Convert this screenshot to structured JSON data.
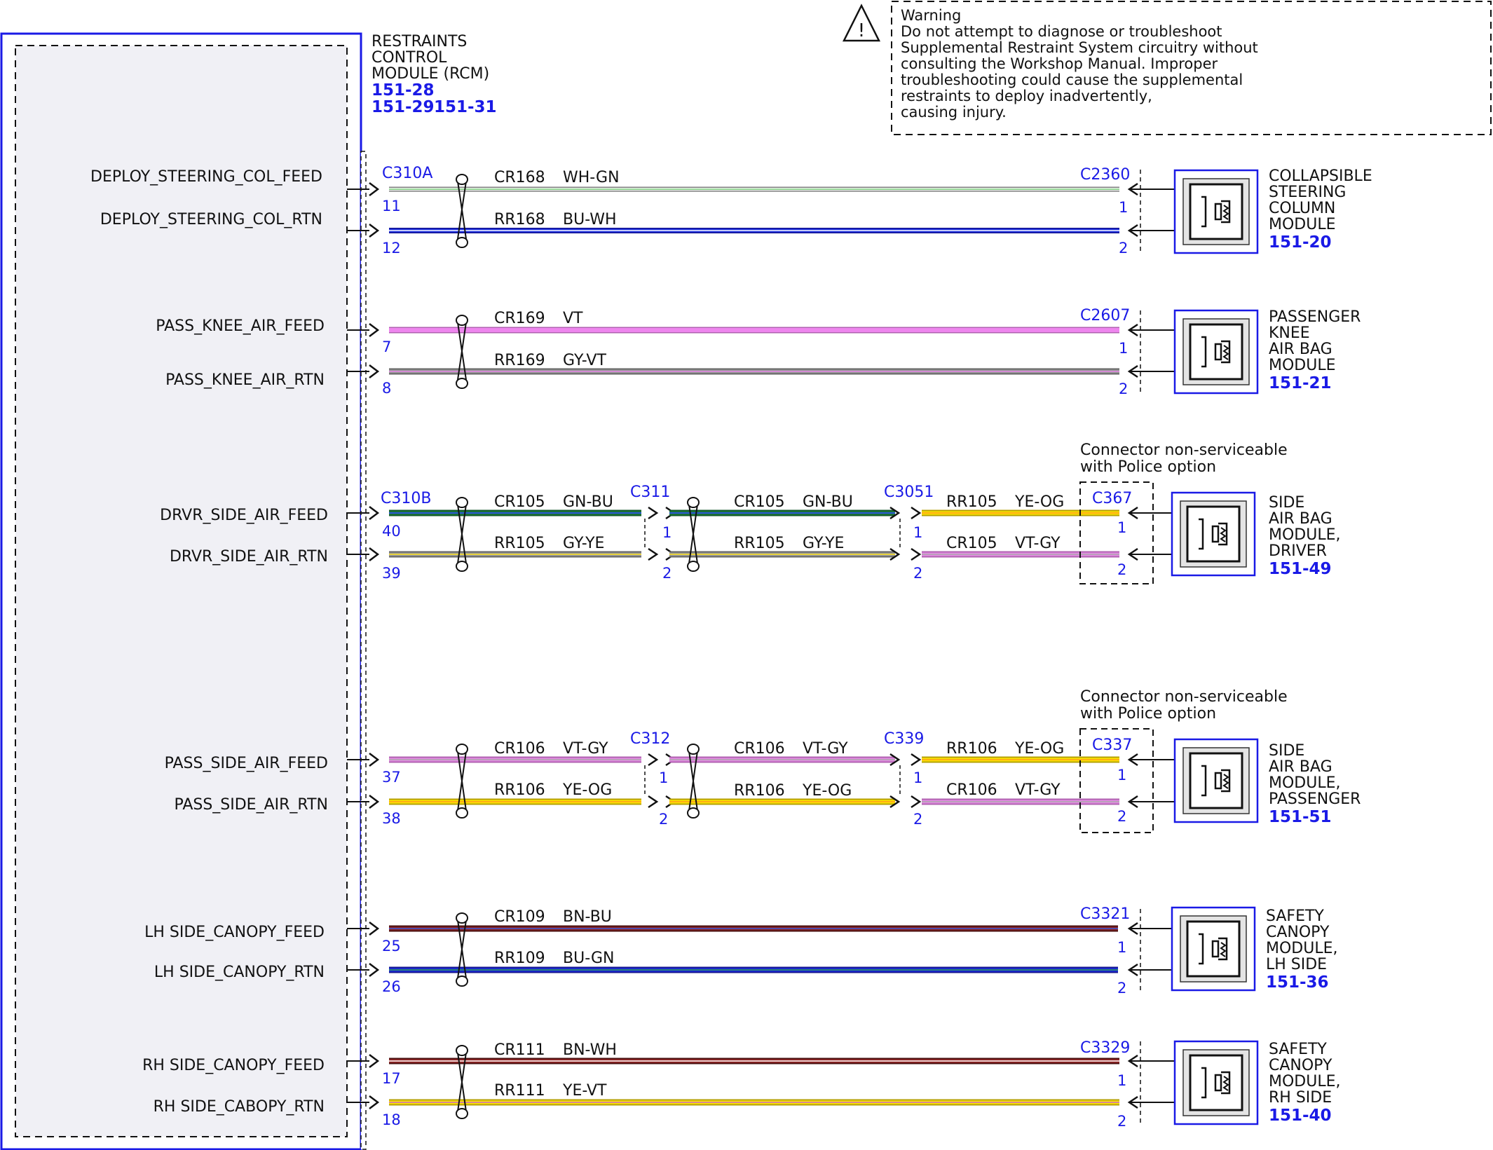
{
  "rcm": {
    "title_lines": [
      "RESTRAINTS",
      "CONTROL",
      "MODULE (RCM)"
    ],
    "refs": [
      "151-28",
      "151-29",
      "151-31"
    ]
  },
  "warning": {
    "icon_glyph": "!",
    "lines": [
      "Warning",
      "Do not attempt to diagnose or troubleshoot",
      "Supplemental Restraint System circuitry without",
      "consulting the Workshop Manual. Improper",
      "troubleshooting could cause the supplemental",
      "restraints to deploy inadvertently,",
      "causing injury."
    ]
  },
  "colors": {
    "reference_blue": "#1a1ae6",
    "module_border": "#1a1ae6"
  },
  "circuits": [
    {
      "signals": [
        "DEPLOY_STEERING_COL_FEED",
        "DEPLOY_STEERING_COL_RTN"
      ],
      "rcm_connector": "C310A",
      "rcm_pins": [
        "11",
        "12"
      ],
      "wires": [
        {
          "circuit": "CR168",
          "color": "WH-GN"
        },
        {
          "circuit": "RR168",
          "color": "BU-WH"
        }
      ],
      "device_connector": "C2360",
      "device_pins": [
        "1",
        "2"
      ],
      "module_lines": [
        "COLLAPSIBLE",
        "STEERING",
        "COLUMN",
        "MODULE"
      ],
      "module_ref": "151-20"
    },
    {
      "signals": [
        "PASS_KNEE_AIR_FEED",
        "PASS_KNEE_AIR_RTN"
      ],
      "rcm_pins": [
        "7",
        "8"
      ],
      "wires": [
        {
          "circuit": "CR169",
          "color": "VT"
        },
        {
          "circuit": "RR169",
          "color": "GY-VT"
        }
      ],
      "device_connector": "C2607",
      "device_pins": [
        "1",
        "2"
      ],
      "module_lines": [
        "PASSENGER",
        "KNEE",
        "AIR BAG",
        "MODULE"
      ],
      "module_ref": "151-21"
    },
    {
      "signals": [
        "DRVR_SIDE_AIR_FEED",
        "DRVR_SIDE_AIR_RTN"
      ],
      "rcm_connector": "C310B",
      "rcm_pins": [
        "40",
        "39"
      ],
      "segments": [
        {
          "wires": [
            {
              "circuit": "CR105",
              "color": "GN-BU"
            },
            {
              "circuit": "RR105",
              "color": "GY-YE"
            }
          ]
        },
        {
          "wires": [
            {
              "circuit": "CR105",
              "color": "GN-BU"
            },
            {
              "circuit": "RR105",
              "color": "GY-YE"
            }
          ]
        },
        {
          "wires": [
            {
              "circuit": "RR105",
              "color": "YE-OG"
            },
            {
              "circuit": "CR105",
              "color": "VT-GY"
            }
          ]
        }
      ],
      "inline_connectors": [
        "C311",
        "C3051"
      ],
      "inline_pins": [
        "1",
        "2",
        "1",
        "2"
      ],
      "note_lines": [
        "Connector non-serviceable",
        "with Police option"
      ],
      "device_connector": "C367",
      "device_pins": [
        "1",
        "2"
      ],
      "module_lines": [
        "SIDE",
        "AIR BAG",
        "MODULE,",
        "DRIVER"
      ],
      "module_ref": "151-49"
    },
    {
      "signals": [
        "PASS_SIDE_AIR_FEED",
        "PASS_SIDE_AIR_RTN"
      ],
      "rcm_pins": [
        "37",
        "38"
      ],
      "segments": [
        {
          "wires": [
            {
              "circuit": "CR106",
              "color": "VT-GY"
            },
            {
              "circuit": "RR106",
              "color": "YE-OG"
            }
          ]
        },
        {
          "wires": [
            {
              "circuit": "CR106",
              "color": "VT-GY"
            },
            {
              "circuit": "RR106",
              "color": "YE-OG"
            }
          ]
        },
        {
          "wires": [
            {
              "circuit": "RR106",
              "color": "YE-OG"
            },
            {
              "circuit": "CR106",
              "color": "VT-GY"
            }
          ]
        }
      ],
      "inline_connectors": [
        "C312",
        "C339"
      ],
      "inline_pins": [
        "1",
        "2",
        "1",
        "2"
      ],
      "note_lines": [
        "Connector non-serviceable",
        "with Police option"
      ],
      "device_connector": "C337",
      "device_pins": [
        "1",
        "2"
      ],
      "module_lines": [
        "SIDE",
        "AIR BAG",
        "MODULE,",
        "PASSENGER"
      ],
      "module_ref": "151-51"
    },
    {
      "signals": [
        "LH SIDE_CANOPY_FEED",
        "LH SIDE_CANOPY_RTN"
      ],
      "rcm_pins": [
        "25",
        "26"
      ],
      "wires": [
        {
          "circuit": "CR109",
          "color": "BN-BU"
        },
        {
          "circuit": "RR109",
          "color": "BU-GN"
        }
      ],
      "device_connector": "C3321",
      "device_pins": [
        "1",
        "2"
      ],
      "module_lines": [
        "SAFETY",
        "CANOPY",
        "MODULE,",
        "LH SIDE"
      ],
      "module_ref": "151-36"
    },
    {
      "signals": [
        "RH SIDE_CANOPY_FEED",
        "RH SIDE_CABOPY_RTN"
      ],
      "rcm_pins": [
        "17",
        "18"
      ],
      "wires": [
        {
          "circuit": "CR111",
          "color": "BN-WH"
        },
        {
          "circuit": "RR111",
          "color": "YE-VT"
        }
      ],
      "device_connector": "C3329",
      "device_pins": [
        "1",
        "2"
      ],
      "module_lines": [
        "SAFETY",
        "CANOPY",
        "MODULE,",
        "RH SIDE"
      ],
      "module_ref": "151-40"
    }
  ]
}
